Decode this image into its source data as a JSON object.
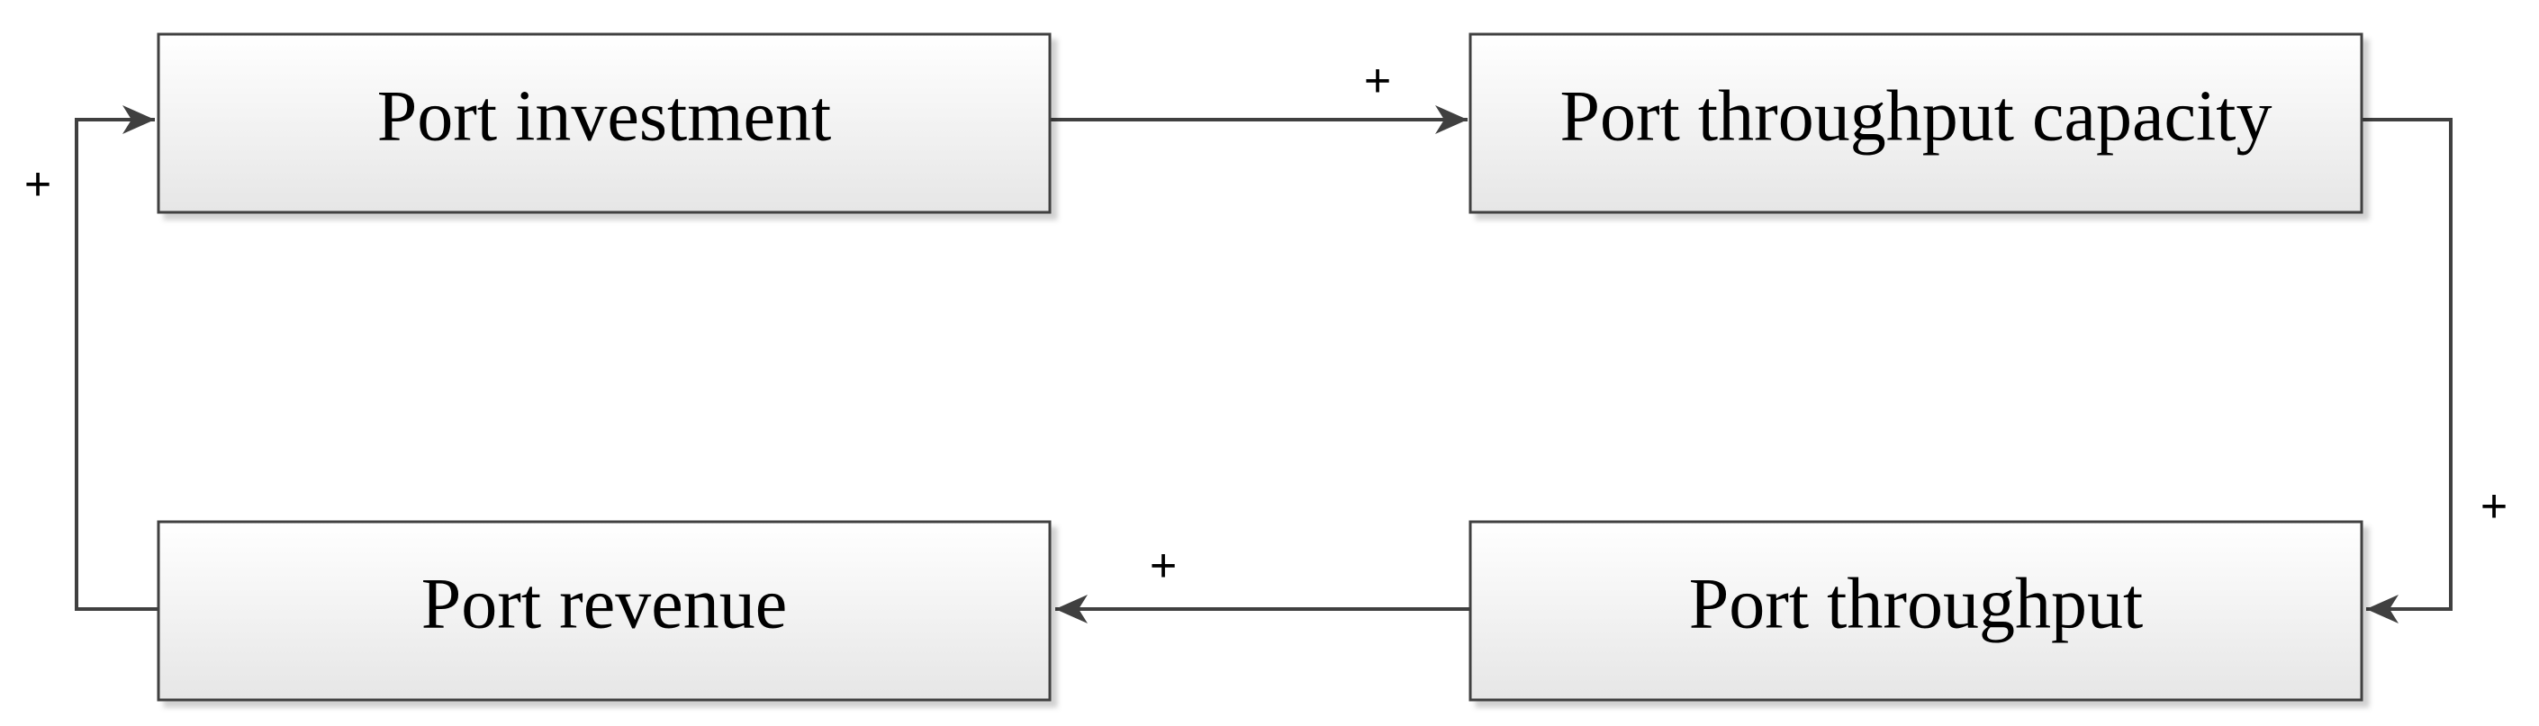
{
  "diagram": {
    "type": "causal-loop",
    "nodes": {
      "investment": {
        "label": "Port investment"
      },
      "capacity": {
        "label": "Port throughput capacity"
      },
      "throughput": {
        "label": "Port throughput"
      },
      "revenue": {
        "label": "Port revenue"
      }
    },
    "edges": [
      {
        "from": "Port investment",
        "to": "Port throughput capacity",
        "polarity": "+"
      },
      {
        "from": "Port throughput capacity",
        "to": "Port throughput",
        "polarity": "+"
      },
      {
        "from": "Port throughput",
        "to": "Port revenue",
        "polarity": "+"
      },
      {
        "from": "Port revenue",
        "to": "Port investment",
        "polarity": "+"
      }
    ],
    "labels": {
      "investment_to_capacity": "+",
      "capacity_to_throughput": "+",
      "throughput_to_revenue": "+",
      "revenue_to_investment": "+"
    },
    "colors": {
      "box_top": "#ffffff",
      "box_bottom": "#e6e6e6",
      "stroke": "#404040"
    }
  }
}
